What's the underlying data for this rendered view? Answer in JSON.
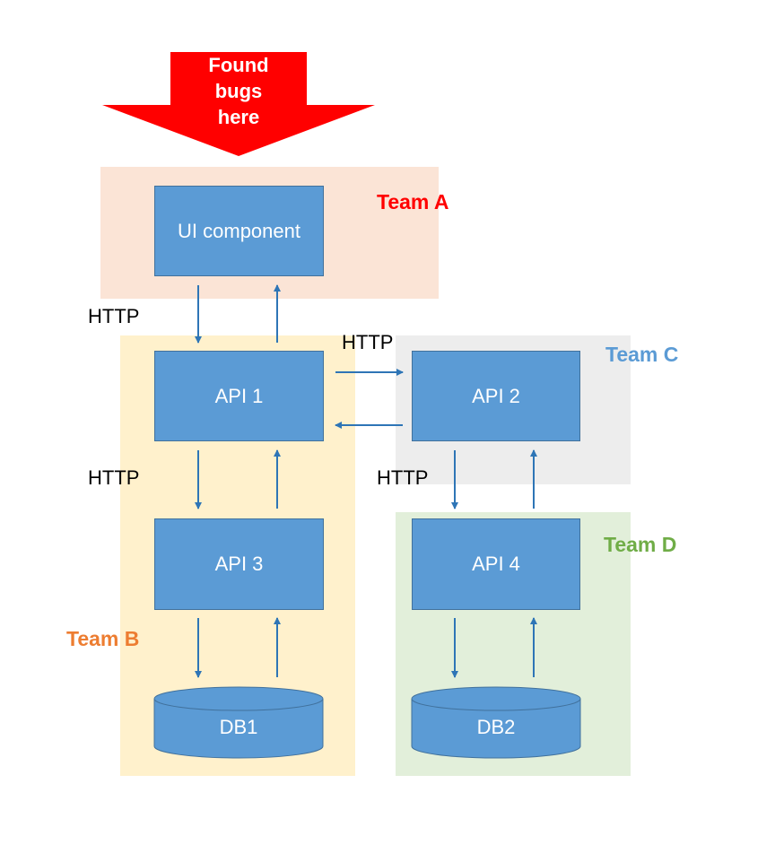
{
  "callout": {
    "text_line1": "Found",
    "text_line2": "bugs",
    "text_line3": "here",
    "color": "#ff0000"
  },
  "teams": {
    "a": {
      "label": "Team A",
      "color": "#ff0000",
      "zone_color": "#fbe4d6"
    },
    "b": {
      "label": "Team B",
      "color": "#ed7d31",
      "zone_color": "#fff1cc"
    },
    "c": {
      "label": "Team C",
      "color": "#5b9bd5",
      "zone_color": "#ededed"
    },
    "d": {
      "label": "Team D",
      "color": "#70ad47",
      "zone_color": "#e2efda"
    }
  },
  "nodes": {
    "ui": "UI component",
    "api1": "API 1",
    "api2": "API 2",
    "api3": "API 3",
    "api4": "API 4",
    "db1": "DB1",
    "db2": "DB2"
  },
  "protocols": {
    "ui_api1": "HTTP",
    "api1_api2": "HTTP",
    "api1_api3": "HTTP",
    "api2_api4": "HTTP"
  },
  "colors": {
    "node_fill": "#5b9bd5",
    "node_border": "#41719c",
    "arrow": "#2e75b6"
  }
}
